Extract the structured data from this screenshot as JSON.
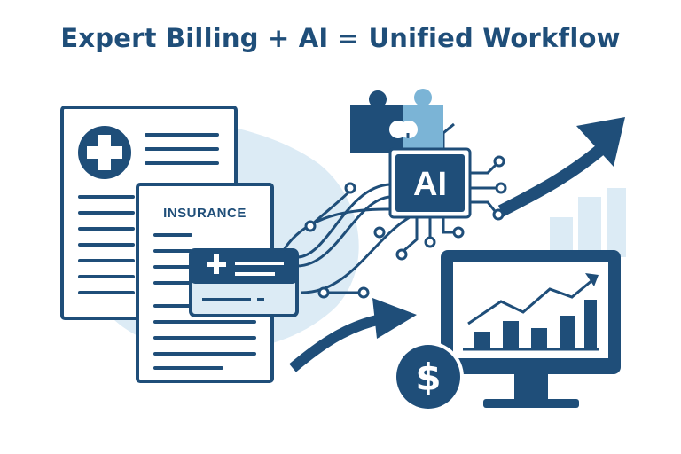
{
  "title": "Expert Billing + AI = Unified Workflow",
  "insurance_label": "INSURANCE",
  "ai_chip_label": "AI",
  "currency_symbol": "$",
  "colors": {
    "navy": "#1f4e79",
    "light_blue": "#dcebf5",
    "pale_blue": "#cfe4f2",
    "accent_blue": "#7bb4d6"
  },
  "icons": [
    "medical-cross-icon",
    "puzzle-piece-icon",
    "ai-chip-icon",
    "trend-arrow-icon",
    "monitor-icon",
    "dollar-coin-icon",
    "credit-card-icon"
  ]
}
